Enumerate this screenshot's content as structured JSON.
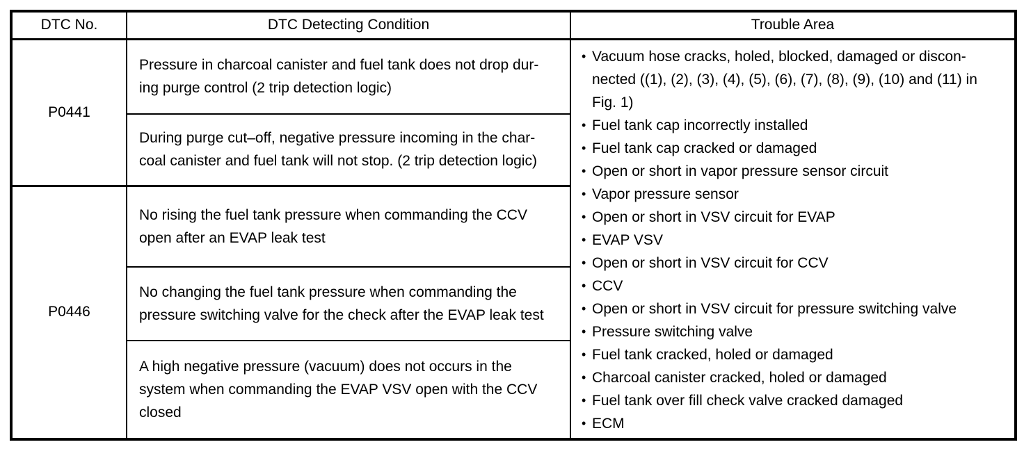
{
  "table": {
    "headers": {
      "dtc_no": "DTC No.",
      "condition": "DTC Detecting Condition",
      "trouble_area": "Trouble Area"
    },
    "groups": [
      {
        "dtc": "P0441",
        "conditions": [
          "Pressure in charcoal canister and fuel tank does not drop dur-\ning purge control (2 trip detection logic)",
          "During purge cut–off, negative pressure incoming in the char-\ncoal canister and fuel tank will not stop. (2 trip detection logic)"
        ]
      },
      {
        "dtc": "P0446",
        "conditions": [
          "No rising the fuel tank pressure when commanding the CCV\nopen after an EVAP leak test",
          "No changing the fuel tank pressure when commanding the\npressure switching valve for the check after the EVAP leak test",
          "A high negative pressure (vacuum) does not occurs in the\nsystem when commanding the EVAP VSV open with the CCV\nclosed"
        ]
      }
    ],
    "trouble_area_items": [
      "Vacuum hose cracks, holed, blocked, damaged or discon-\nnected ((1), (2), (3), (4), (5), (6), (7), (8), (9), (10) and (11) in\nFig. 1)",
      "Fuel tank cap incorrectly installed",
      "Fuel tank cap cracked or damaged",
      "Open or short in vapor pressure sensor circuit",
      "Vapor pressure sensor",
      "Open or short in VSV circuit for EVAP",
      "EVAP VSV",
      "Open or short in VSV circuit for CCV",
      "CCV",
      "Open or short in VSV circuit for pressure switching valve",
      "Pressure switching valve",
      "Fuel tank cracked, holed or damaged",
      "Charcoal canister cracked, holed or damaged",
      "Fuel tank over fill check valve cracked damaged",
      "ECM"
    ],
    "bullet_glyph": "•",
    "colors": {
      "text": "#000000",
      "border": "#000000",
      "background": "#ffffff"
    }
  }
}
